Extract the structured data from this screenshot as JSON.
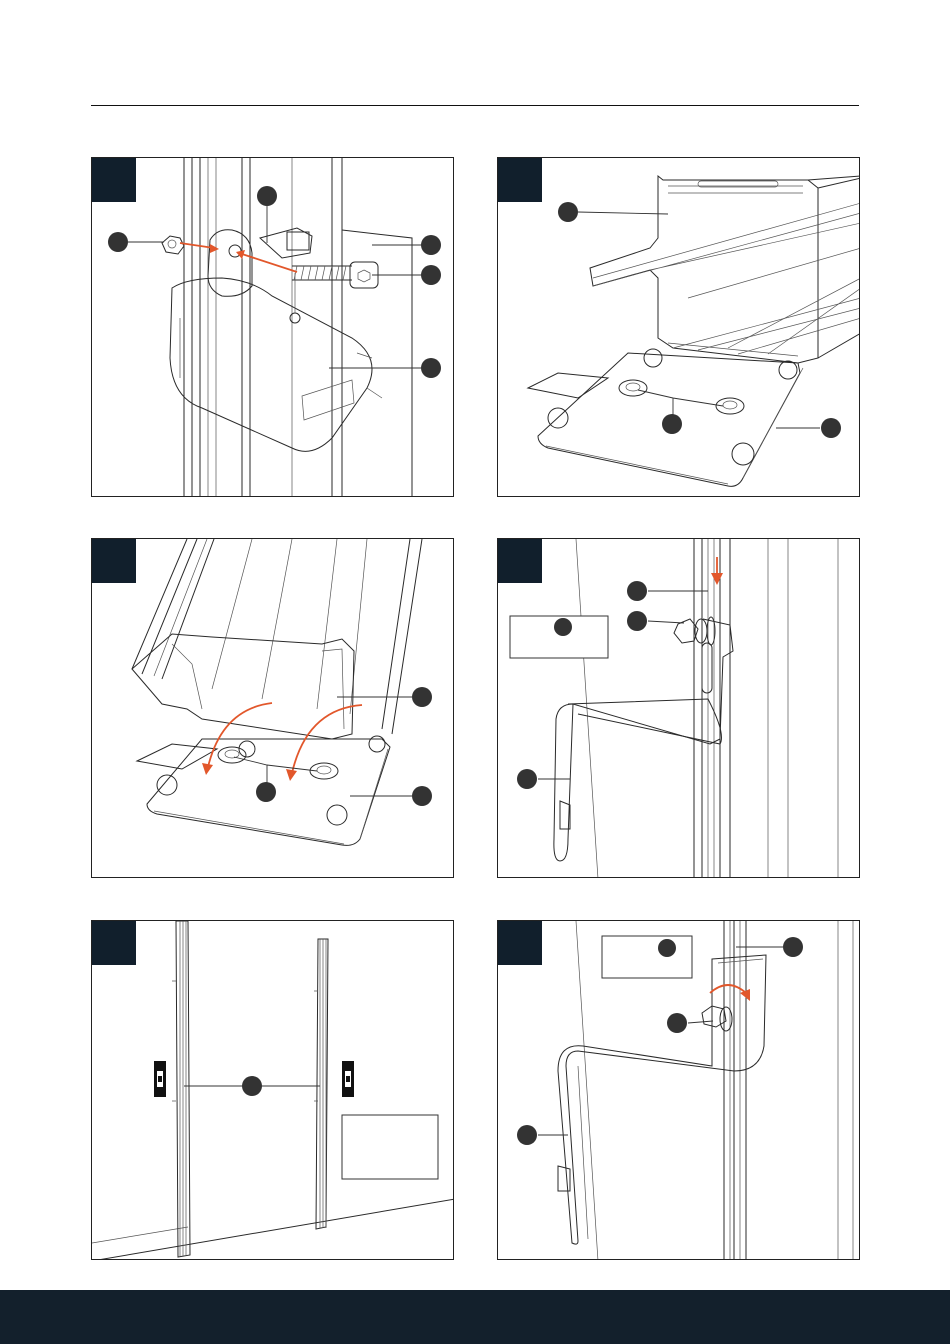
{
  "colors": {
    "step_tab": "#111f2c",
    "footer": "#13202c",
    "arrow_accent": "#e2572b",
    "callout_dot": "#333333"
  },
  "panels": [
    {
      "id": 1,
      "callouts": 5,
      "arrows": 2
    },
    {
      "id": 2,
      "callouts": 3,
      "arrows": 0
    },
    {
      "id": 3,
      "callouts": 3,
      "arrows": 2
    },
    {
      "id": 4,
      "callouts": 4,
      "arrows": 1
    },
    {
      "id": 5,
      "callouts": 1,
      "arrows": 0
    },
    {
      "id": 6,
      "callouts": 4,
      "arrows": 1
    }
  ],
  "icons": [
    "hex-nut-icon",
    "hex-bolt-icon",
    "spirit-level-icon",
    "rotation-arrow-icon"
  ]
}
